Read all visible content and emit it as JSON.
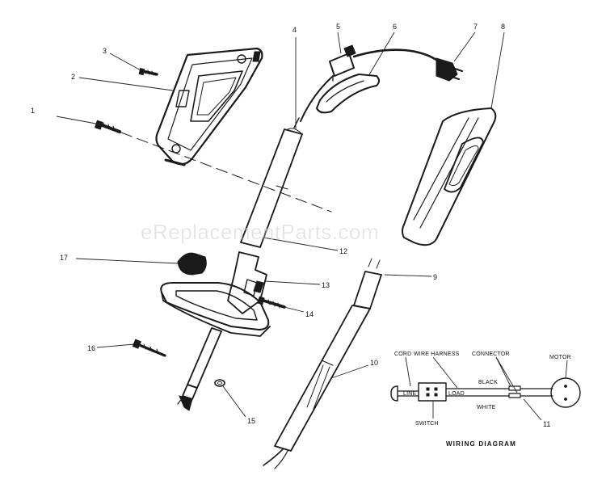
{
  "watermark": "eReplacementParts.com",
  "callouts": [
    "1",
    "2",
    "3",
    "4",
    "5",
    "6",
    "7",
    "8",
    "9",
    "10",
    "11",
    "12",
    "13",
    "14",
    "15",
    "16",
    "17"
  ],
  "wiring": {
    "title": "WIRING DIAGRAM",
    "labels": {
      "cord": "CORD",
      "wire_harness": "WIRE HARNESS",
      "connector": "CONNECTOR",
      "motor": "MOTOR",
      "line": "LINE",
      "load": "LOAD",
      "black": "BLACK",
      "white": "WHITE",
      "switch": "SWITCH",
      "part_11": "11"
    }
  }
}
